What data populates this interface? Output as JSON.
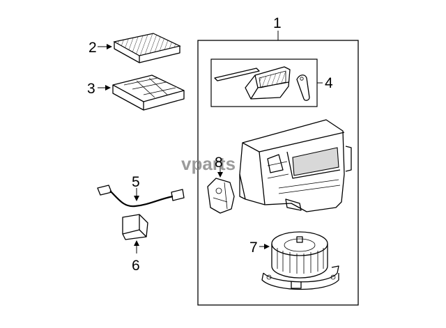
{
  "watermark": "vparts",
  "callouts": {
    "c1": "1",
    "c2": "2",
    "c3": "3",
    "c4": "4",
    "c5": "5",
    "c6": "6",
    "c7": "7",
    "c8": "8"
  }
}
